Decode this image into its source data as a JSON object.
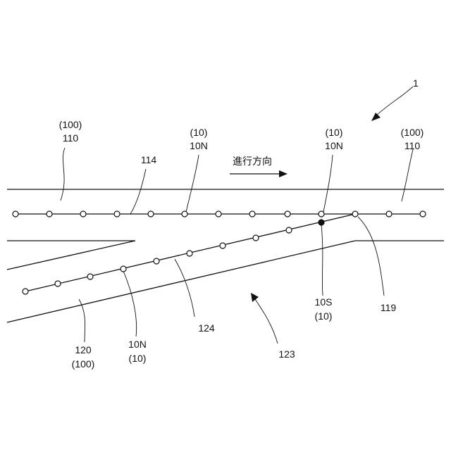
{
  "figure_ref": "1",
  "direction_label": "進行方向",
  "labels": {
    "top_left": [
      "(100)",
      "110"
    ],
    "line_114": "114",
    "top_node_left": [
      "(10)",
      "10N"
    ],
    "top_node_right": [
      "(10)",
      "10N"
    ],
    "top_right": [
      "(100)",
      "110"
    ],
    "special_node": [
      "10S",
      "(10)"
    ],
    "merge_119": "119",
    "lower_node": [
      "10N",
      "(10)"
    ],
    "line_124": "124",
    "lane_120": [
      "120",
      "(100)"
    ],
    "ramp_123": "123"
  }
}
